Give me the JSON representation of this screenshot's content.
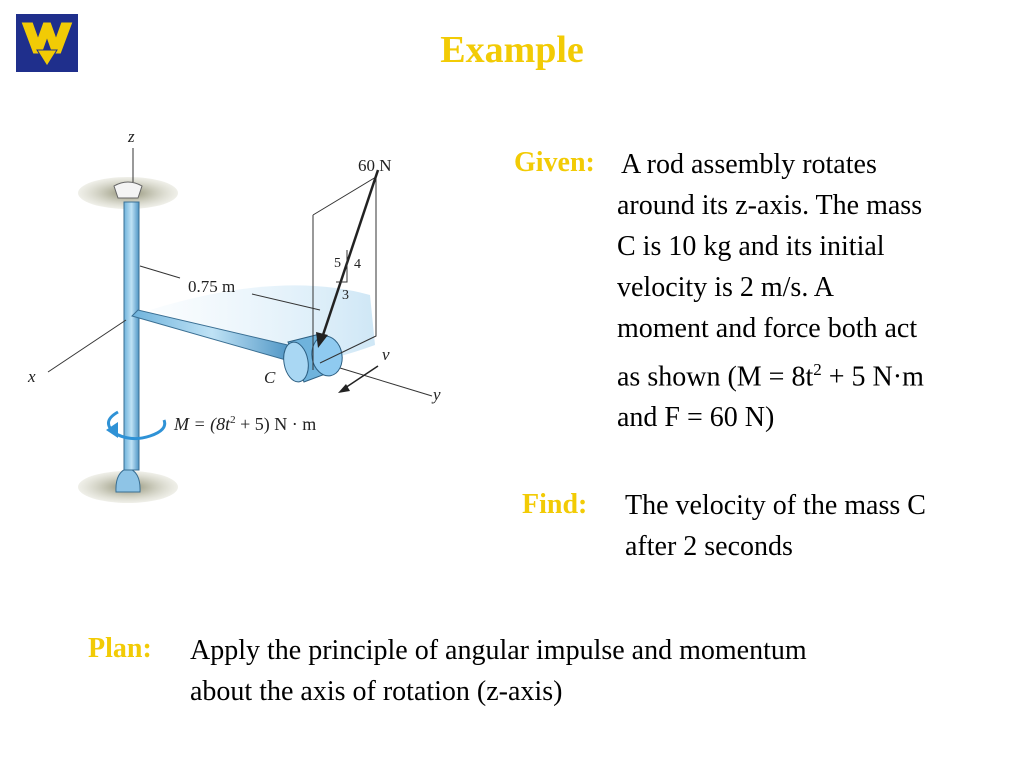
{
  "logo": {
    "name": "wv-logo",
    "colors": {
      "field": "#1f2f8c",
      "mark": "#f2cb05"
    }
  },
  "title": "Example",
  "figure": {
    "z_label": "z",
    "x_label": "x",
    "y_label": "y",
    "force_label": "60 N",
    "length_label": "0.75 m",
    "mass_label": "C",
    "velocity_label": "v",
    "slope_a": "5",
    "slope_b": "4",
    "slope_c": "3",
    "moment_prefix": "M = (8",
    "moment_t": "t",
    "moment_exp": "2",
    "moment_suffix": " + 5) N · m"
  },
  "given": {
    "label": "Given:",
    "lines": [
      "A rod assembly rotates",
      "around its z-axis.  The mass",
      "C is 10 kg and its initial",
      "velocity is 2 m/s.  A",
      "moment and force both act"
    ],
    "line6_before": "as shown (M = 8t",
    "line6_sup": "2",
    "line6_after": " + 5 N·m",
    "line7": "and F = 60 N)"
  },
  "find": {
    "label": "Find:",
    "lines": [
      "The velocity of the mass C",
      "after 2 seconds"
    ]
  },
  "plan": {
    "label": "Plan:",
    "lines": [
      "Apply the principle of angular impulse and momentum",
      "about the axis of rotation (z-axis)"
    ]
  }
}
